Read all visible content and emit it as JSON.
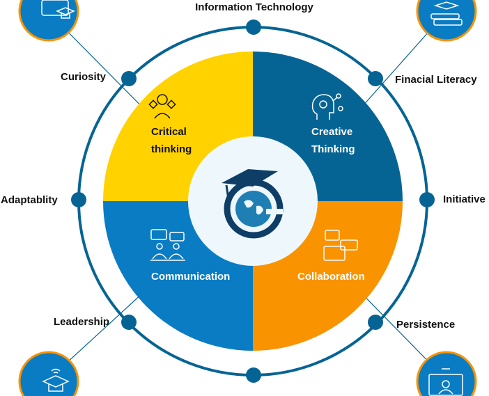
{
  "center_logo": "graduation-cap-globe-logo",
  "quadrants": [
    {
      "line1": "Critical",
      "line2": "thinking",
      "icon": "thinking-person-icon",
      "color": "#FFD200",
      "text_color": "#111111"
    },
    {
      "line1": "Creative",
      "line2": "Thinking",
      "icon": "gear-head-icon",
      "color": "#066494",
      "text_color": "#ffffff"
    },
    {
      "line1": "Communication",
      "icon": "chat-people-icon",
      "color": "#0A7CC4",
      "text_color": "#ffffff"
    },
    {
      "line1": "Collaboration",
      "icon": "speech-bubbles-icon",
      "color": "#F99300",
      "text_color": "#ffffff"
    }
  ],
  "ring_labels": {
    "top": "Information Technology",
    "top_left": "Curiosity",
    "top_right": "Finacial Literacy",
    "left": "Adaptablity",
    "right": "Initiative",
    "bottom_left": "Leadership",
    "bottom_right": "Persistence"
  },
  "corner_icons": [
    "backpack-cap-icon",
    "books-cap-icon",
    "online-cap-icon",
    "video-lesson-icon"
  ],
  "colors": {
    "ring": "#066494",
    "corner_fill": "#0A7CC4",
    "corner_border": "#F99300",
    "center_fill": "#EEF8FC"
  }
}
